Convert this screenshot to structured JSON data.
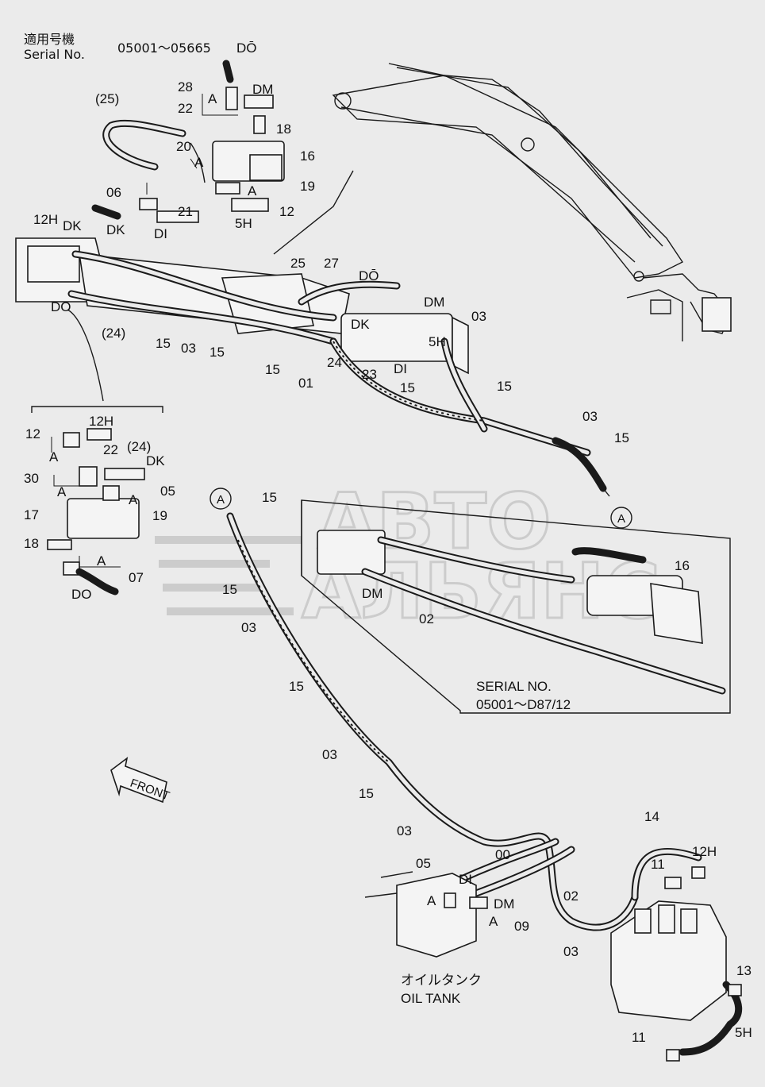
{
  "header": {
    "serial_label_jp": "適用号機",
    "serial_label": "Serial No.",
    "serial_range": "05001～05665"
  },
  "watermark": {
    "line1": "АВТО",
    "line2": "АЛЬЯНС"
  },
  "inset": {
    "serial_label": "SERIAL NO.",
    "serial_range": "05001～D87/12"
  },
  "tank": {
    "label_jp": "オイルタンク",
    "label_en": "OIL TANK"
  },
  "direction": "FRONT",
  "callouts": {
    "c25p": "(25)",
    "c28": "28",
    "c22a": "22",
    "c20": "20",
    "c16a": "16",
    "c18a": "18",
    "c19a": "19",
    "c12a": "12",
    "c21": "21",
    "c06": "06",
    "c5Ha": "5H",
    "c12Ha": "12H",
    "cDKa": "DK",
    "cDKb": "DK",
    "cDOa": "DO",
    "cDOtop": "DŌ",
    "cDMa": "DM",
    "cDIa": "DI",
    "cAa": "A",
    "cAb": "A",
    "cAc": "A",
    "c24pa": "(24)",
    "c15a": "15",
    "c03a": "03",
    "c15b": "15",
    "c15c": "15",
    "c01": "01",
    "c24": "24",
    "c23": "23",
    "c25": "25",
    "c27": "27",
    "cDOb": "DŌ",
    "cDMb": "DM",
    "c03b": "03",
    "cDKc": "DK",
    "c5Hb": "5H",
    "cDIb": "DI",
    "c15d": "15",
    "c15e": "15",
    "c03c": "03",
    "c15f": "15",
    "cAcircle1": "A",
    "c12b": "12",
    "c12Hb": "12H",
    "c22b": "22",
    "c24pb": "(24)",
    "cDKd": "DK",
    "c30": "30",
    "c05a": "05",
    "c17": "17",
    "c19b": "19",
    "c18b": "18",
    "c07": "07",
    "cDOc": "DO",
    "cAd": "A",
    "cAe": "A",
    "cAf": "A",
    "cAg": "A",
    "cAcircle2": "A",
    "c15g": "15",
    "c15h": "15",
    "c03d": "03",
    "c15i": "15",
    "c03e": "03",
    "c15j": "15",
    "c03f": "03",
    "c16b": "16",
    "cDMc": "DM",
    "c02a": "02",
    "c05b": "05",
    "cDIc": "DI",
    "c00": "00",
    "c02b": "02",
    "cDMd": "DM",
    "c09": "09",
    "cAh": "A",
    "cAi": "A",
    "c03g": "03",
    "c14": "14",
    "c12Hc": "12H",
    "c11a": "11",
    "c13": "13",
    "c5Hc": "5H",
    "c11b": "11"
  }
}
